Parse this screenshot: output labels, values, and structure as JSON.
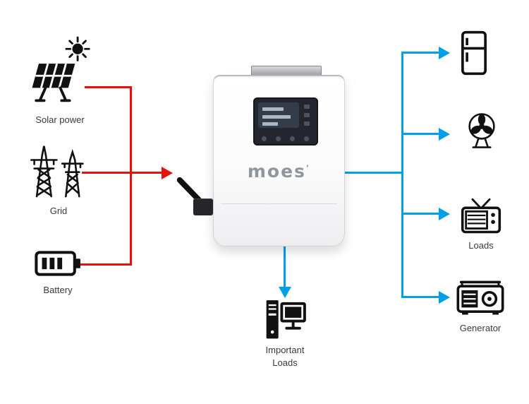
{
  "sources": {
    "solar": {
      "label": "Solar power"
    },
    "grid": {
      "label": "Grid"
    },
    "battery": {
      "label": "Battery"
    }
  },
  "inverter": {
    "brand": "moes",
    "brand_mark": "’"
  },
  "outputs": {
    "loads": {
      "label": "Loads"
    },
    "generator": {
      "label": "Generator"
    },
    "important": {
      "line1": "Important",
      "line2": "Loads"
    }
  },
  "icons": {
    "solar": "sun-and-solar-panel-icon",
    "grid": "transmission-towers-icon",
    "battery": "battery-icon",
    "fridge": "refrigerator-icon",
    "fan": "fan-icon",
    "tv": "tv-icon",
    "generator": "generator-icon",
    "computer": "desktop-computer-icon"
  },
  "colors": {
    "input": "#e8100c",
    "output": "#00a0e9"
  }
}
